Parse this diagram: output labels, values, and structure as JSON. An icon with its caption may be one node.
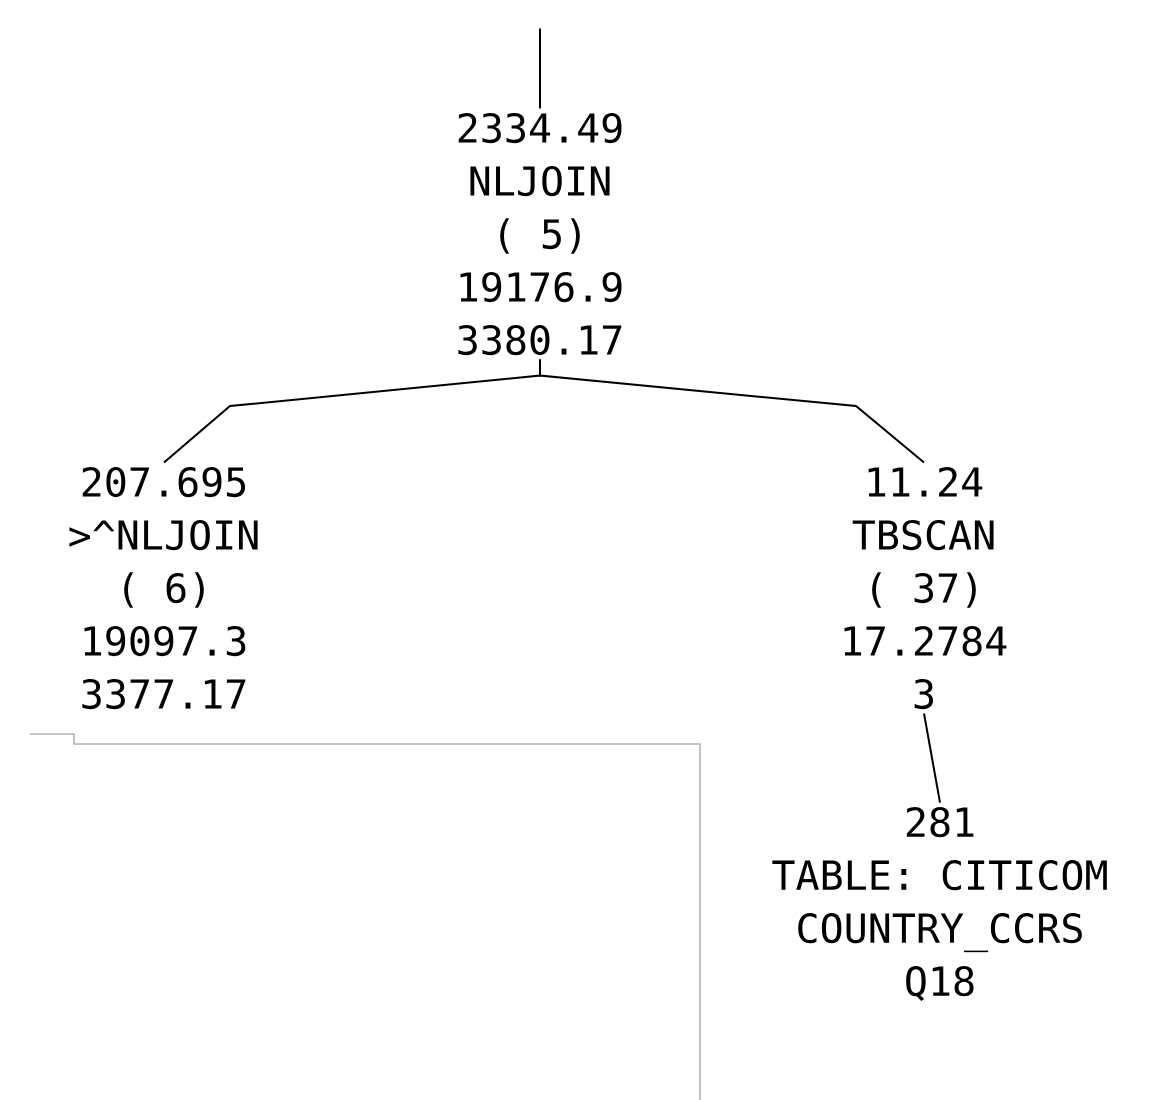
{
  "diagram": {
    "nodes": [
      {
        "text": [
          "2334.49",
          "NLJOIN",
          "( 5)",
          "19176.9",
          "3380.17"
        ]
      },
      {
        "text": [
          "207.695",
          ">^NLJOIN",
          "( 6)",
          "19097.3",
          "3377.17"
        ]
      },
      {
        "text": [
          "11.24",
          "TBSCAN",
          "( 37)",
          "17.2784",
          "3"
        ]
      },
      {
        "text": [
          "281",
          "TABLE: CITICOM",
          "COUNTRY_CCRS",
          "Q18"
        ]
      }
    ],
    "edges": [
      {
        "from": null,
        "to": 0,
        "arrow": "none"
      },
      {
        "from": 0,
        "to": 1,
        "arrow": "none"
      },
      {
        "from": 0,
        "to": 2,
        "arrow": "none"
      },
      {
        "from": 2,
        "to": 3,
        "arrow": "none"
      }
    ]
  }
}
